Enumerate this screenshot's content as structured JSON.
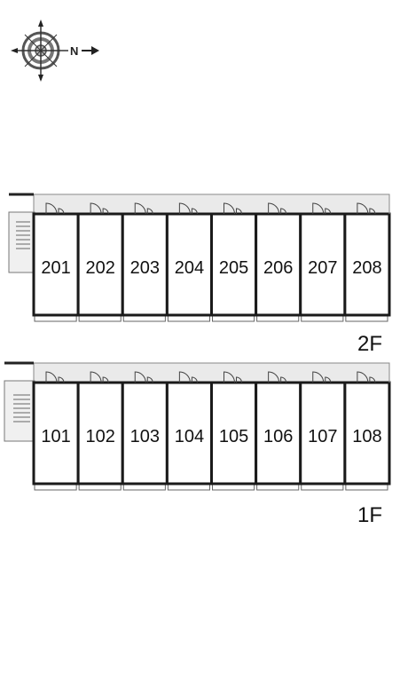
{
  "compass": {
    "icon": "north-arrow-compass-icon",
    "letter": "N"
  },
  "floors": [
    {
      "label": "2F",
      "units": [
        "201",
        "202",
        "203",
        "204",
        "205",
        "206",
        "207",
        "208"
      ]
    },
    {
      "label": "1F",
      "units": [
        "101",
        "102",
        "103",
        "104",
        "105",
        "106",
        "107",
        "108"
      ]
    }
  ]
}
